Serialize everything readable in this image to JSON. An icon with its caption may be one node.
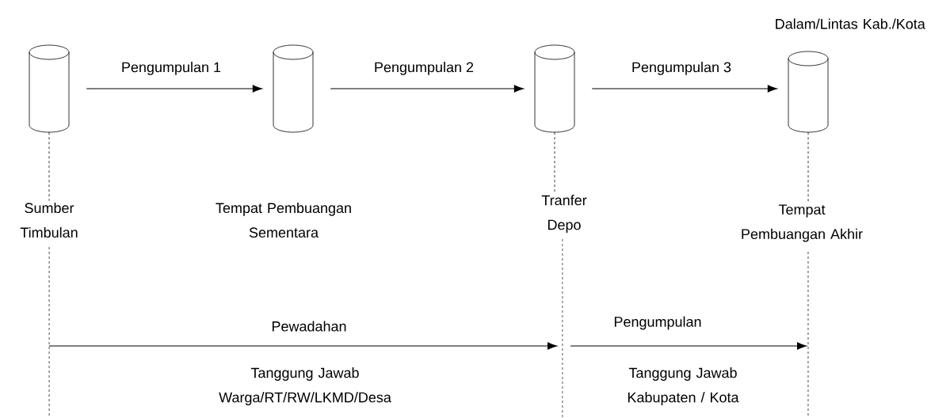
{
  "diagram": {
    "nodes": [
      {
        "text": [],
        "shape": "cylinder"
      },
      {
        "text": [],
        "shape": "cylinder"
      },
      {
        "text": [],
        "shape": "cylinder"
      },
      {
        "text": [],
        "shape": "cylinder",
        "beside": [
          "Dalam/Lintas Kab./Kota"
        ]
      },
      {
        "text": [
          "Sumber Timbulan"
        ]
      },
      {
        "text": [
          "Tranfer Depo"
        ]
      },
      {
        "text": [
          "Tempat Pembuangan Akhir"
        ]
      }
    ],
    "edges": [
      {
        "from": 0,
        "to": 1,
        "arrow": "to",
        "label": "Pengumpulan 1"
      },
      {
        "from": 1,
        "to": 2,
        "arrow": "to",
        "label": "Pengumpulan 2"
      },
      {
        "from": 2,
        "to": 3,
        "arrow": "to",
        "label": "Pengumpulan 3"
      },
      {
        "from": 0,
        "to": 4,
        "arrow": "none",
        "style": "dashed"
      },
      {
        "from": 2,
        "to": 5,
        "arrow": "none",
        "style": "dashed"
      },
      {
        "from": 3,
        "to": 6,
        "arrow": "none",
        "style": "dashed"
      }
    ],
    "labels": [
      "Tempat Pembuangan Sementara",
      "Pewadahan",
      "Tanggung Jawab Warga/RT/RW/LKMD/Desa",
      "Pengumpulan",
      "Tanggung Jawab Kabupaten / Kota"
    ]
  }
}
